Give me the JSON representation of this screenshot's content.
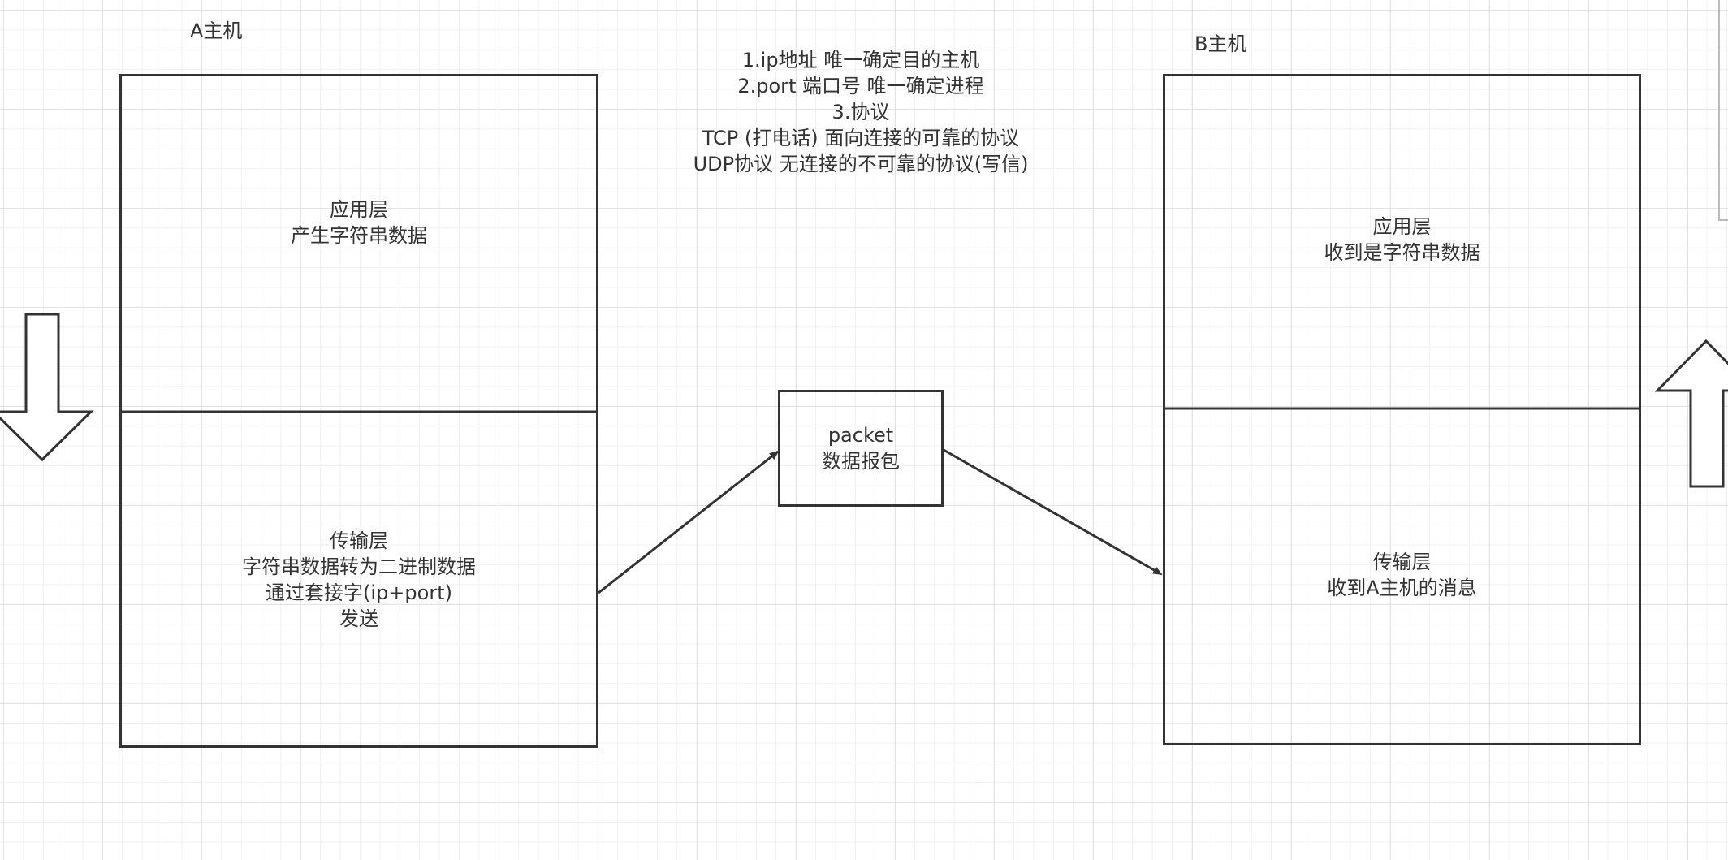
{
  "host_a": {
    "title": "A主机",
    "app_layer": [
      "应用层",
      "产生字符串数据"
    ],
    "transport_layer": [
      "传输层",
      "字符串数据转为二进制数据",
      "通过套接字(ip+port)",
      "发送"
    ]
  },
  "host_b": {
    "title": "B主机",
    "app_layer": [
      "应用层",
      "收到是字符串数据"
    ],
    "transport_layer": [
      "传输层",
      "收到A主机的消息"
    ]
  },
  "packet": [
    "packet",
    "数据报包"
  ],
  "notes": [
    "1.ip地址 唯一确定目的主机",
    "2.port 端口号 唯一确定进程",
    "3.协议",
    "TCP (打电话) 面向连接的可靠的协议",
    "UDP协议 无连接的不可靠的协议(写信)"
  ],
  "colors": {
    "stroke": "#333333",
    "text": "#333333",
    "grid_major": "#e3e3e3",
    "grid_minor": "#f1f1f1"
  }
}
